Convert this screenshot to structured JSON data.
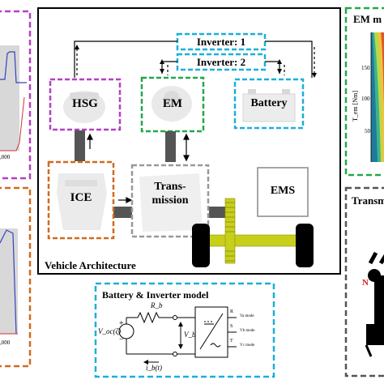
{
  "components": {
    "inverter1": "Inverter: 1",
    "inverter2": "Inverter: 2",
    "hsg": "HSG",
    "em": "EM",
    "battery": "Battery",
    "ice": "ICE",
    "transmission_line1": "Trans-",
    "transmission_line2": "mission",
    "ems": "EMS"
  },
  "captions": {
    "vehicle_architecture": "Vehicle Architecture",
    "battery_inverter_model": "Battery & Inverter model",
    "em_map_title": "EM m",
    "em_map_ylabel": "T_em [Nm]",
    "em_ticks": [
      "150",
      "100",
      "50"
    ],
    "transmission_title": "Transm",
    "gear_n": "N",
    "left_tick_top": ",000",
    "left_tick_bottom": ",000"
  },
  "circuit": {
    "rb_label": "R_b",
    "voc_label": "V_oc(ζ)",
    "vb_label": "V_b",
    "ib_label": "i_b(t)",
    "plus": "+",
    "minus": "−",
    "pin_r": "R",
    "pin_s": "S",
    "pin_t": "T",
    "note1": "Va  mode",
    "note2": "Vb  mode",
    "note3": "Vc  mode"
  },
  "colors": {
    "magenta": "#b63ec4",
    "orange": "#d2691e",
    "green": "#22a84a",
    "cyan": "#1ab0d8",
    "grey": "#999999",
    "shaft": "#c8cf1a"
  }
}
